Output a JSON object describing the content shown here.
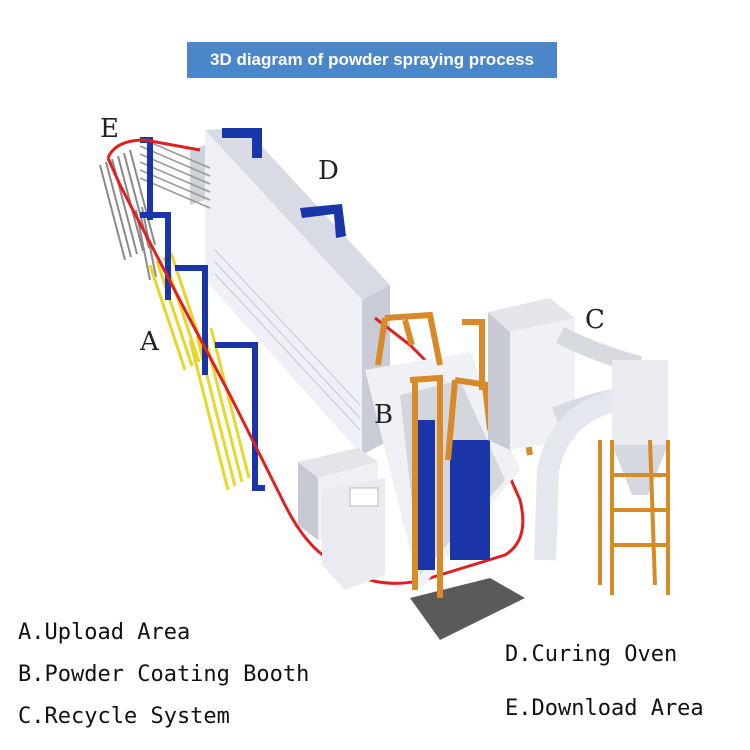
{
  "title": "3D diagram of powder spraying process",
  "labels": {
    "a": "A",
    "b": "B",
    "c": "C",
    "d": "D",
    "e": "E"
  },
  "legend": [
    "A.Upload Area",
    "B.Powder Coating Booth",
    "C.Recycle System",
    "D.Curing Oven",
    "E.Download Area"
  ],
  "colors": {
    "title_bg": "#4a86c8",
    "conveyor": "#e02020",
    "frame_blue": "#1a35a8",
    "frame_orange": "#d98a28",
    "parts_yellow": "#e8d62a",
    "oven": "#e6e8f0"
  }
}
